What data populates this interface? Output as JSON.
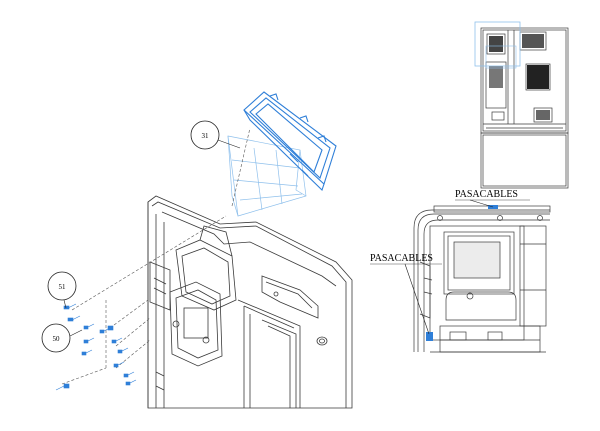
{
  "callouts": [
    {
      "id": "balloon-31",
      "text": "31"
    },
    {
      "id": "balloon-51",
      "text": "51"
    },
    {
      "id": "balloon-50",
      "text": "50"
    }
  ],
  "labels": {
    "pasacables_top": "PASACABLES",
    "pasacables_left": "PASACABLES"
  },
  "colors": {
    "line": "#3a3a3a",
    "highlight": "#2f7fd8",
    "highlight_light": "#8fc0ec"
  }
}
